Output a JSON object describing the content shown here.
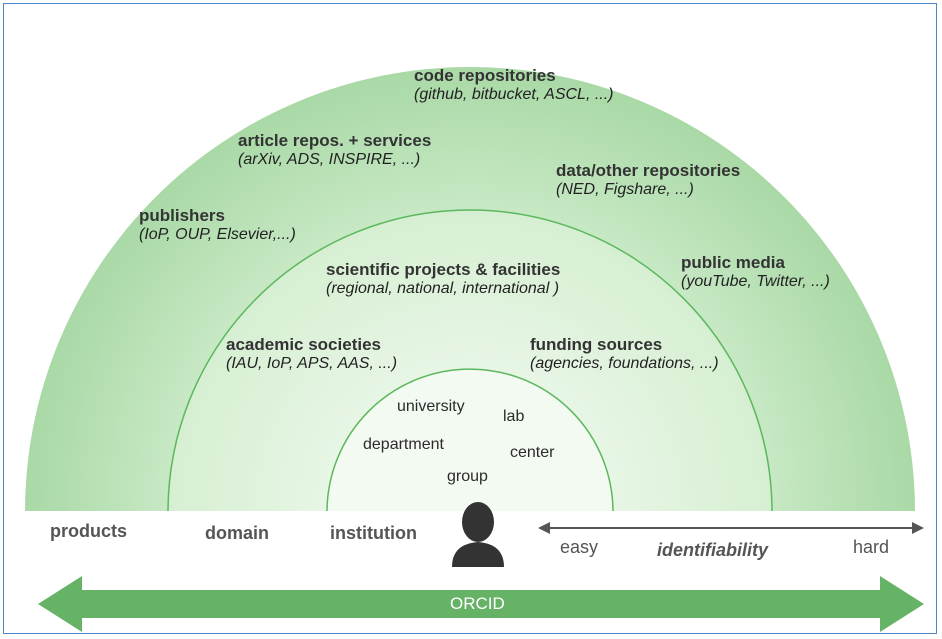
{
  "rings": {
    "outer": {
      "color": "#a9d9a6",
      "entries": [
        {
          "id": "code",
          "title": "code repositories",
          "detail": "(github, bitbucket, ASCL, ...)"
        },
        {
          "id": "article",
          "title": "article repos. + services",
          "detail": "(arXiv, ADS, INSPIRE, ...)"
        },
        {
          "id": "data",
          "title": "data/other repositories",
          "detail": "(NED, Figshare, ...)"
        },
        {
          "id": "publishers",
          "title": "publishers",
          "detail": "(IoP, OUP, Elsevier,...)"
        },
        {
          "id": "media",
          "title": "public media",
          "detail": "(youTube, Twitter, ...)"
        }
      ]
    },
    "middle": {
      "color": "#c6e8c3",
      "entries": [
        {
          "id": "projects",
          "title": "scientific projects & facilities",
          "detail": "(regional, national, international )"
        },
        {
          "id": "societies",
          "title": "academic societies",
          "detail": "(IAU, IoP, APS, AAS, ...)"
        },
        {
          "id": "funding",
          "title": "funding sources",
          "detail": "(agencies, foundations, ...)"
        }
      ]
    },
    "inner": {
      "color": "#eef8ec",
      "units": [
        "university",
        "lab",
        "department",
        "center",
        "group"
      ]
    },
    "line_color": "#5cb85c"
  },
  "axis_labels": {
    "products": "products",
    "domain": "domain",
    "institution": "institution"
  },
  "identifiability": {
    "low": "easy",
    "label": "identifiability",
    "high": "hard"
  },
  "orcid": {
    "label": "ORCID",
    "color": "#66b266"
  },
  "icons": {
    "person": "person-icon"
  }
}
